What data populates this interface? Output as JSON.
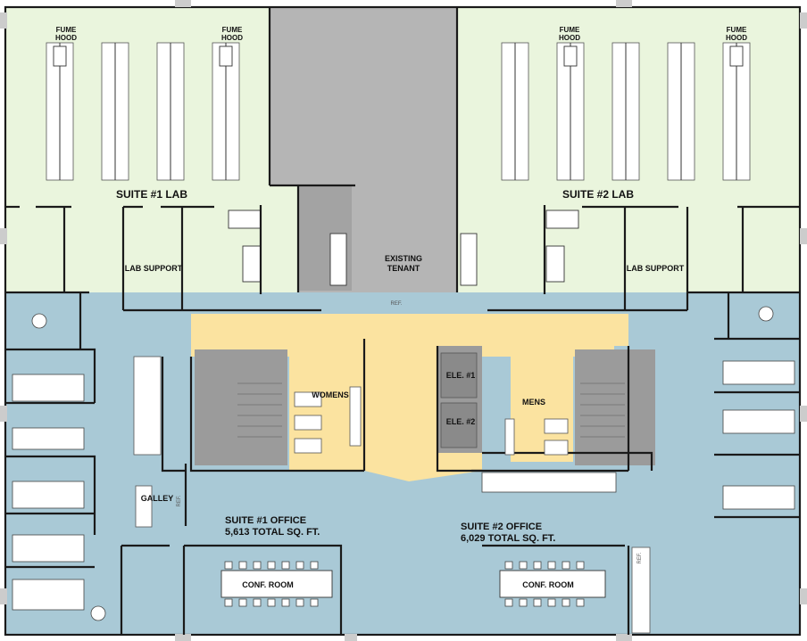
{
  "labels": {
    "fume_hood_1": [
      "FUME",
      "HOOD"
    ],
    "fume_hood_2": [
      "FUME",
      "HOOD"
    ],
    "fume_hood_3": [
      "FUME",
      "HOOD"
    ],
    "fume_hood_4": [
      "FUME",
      "HOOD"
    ],
    "suite1_lab": "SUITE #1 LAB",
    "suite2_lab": "SUITE #2 LAB",
    "lab_support_1": "LAB SUPPORT",
    "lab_support_2": "LAB SUPPORT",
    "existing_tenant": [
      "EXISTING",
      "TENANT"
    ],
    "ref_tenant": "REF.",
    "womens": "WOMENS",
    "mens": "MENS",
    "ele1": "ELE. #1",
    "ele2": "ELE. #2",
    "galley": "GALLEY",
    "ref_galley": "REF.",
    "ref_suite2": "REF.",
    "suite1_office": [
      "SUITE #1 OFFICE",
      "5,613 TOTAL SQ. FT."
    ],
    "suite2_office": [
      "SUITE #2 OFFICE",
      "6,029 TOTAL SQ. FT."
    ],
    "conf_room_1": "CONF. ROOM",
    "conf_room_2": "CONF. ROOM"
  },
  "colors": {
    "lab_zone": "#eaf5dd",
    "office_zone": "#a9c9d6",
    "core_zone": "#fbe3a0",
    "tenant_zone": "#b5b5b5",
    "stair_zone": "#9b9b9b",
    "exterior": "#ffffff"
  }
}
